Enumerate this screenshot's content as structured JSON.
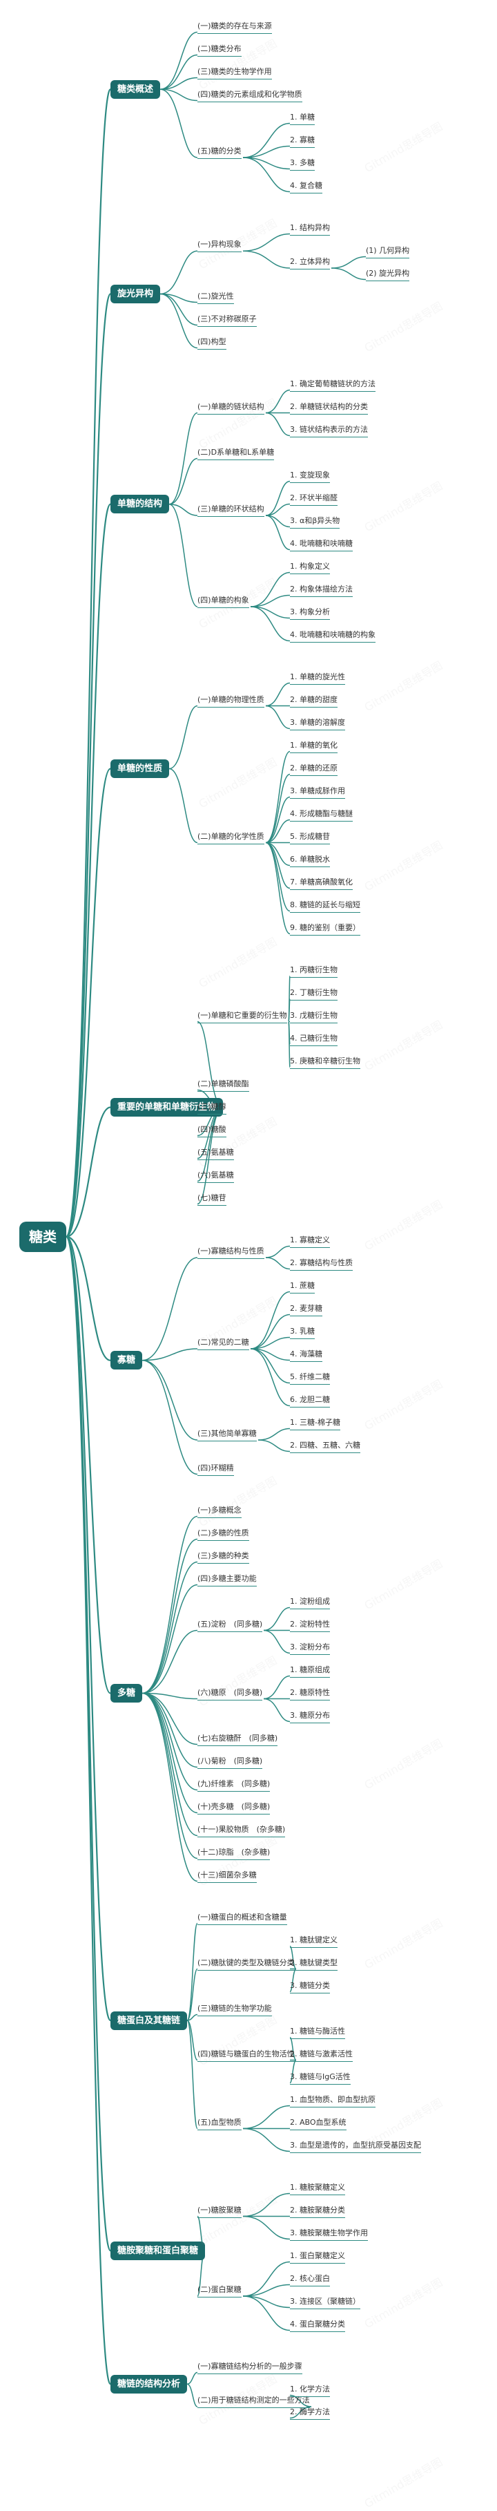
{
  "title": "糖类",
  "watermark": "Gitmind思维导图",
  "colors": {
    "node": "#1b6b6b",
    "line": "#2d8a82"
  },
  "sections": [
    {
      "label": "糖类概述",
      "children": [
        {
          "label": "(一)糖类的存在与来源"
        },
        {
          "label": "(二)糖类分布"
        },
        {
          "label": "(三)糖类的生物学作用"
        },
        {
          "label": "(四)糖类的元素组成和化学物质"
        },
        {
          "label": "(五)糖的分类",
          "children": [
            {
              "label": "1. 单糖"
            },
            {
              "label": "2. 寡糖"
            },
            {
              "label": "3. 多糖"
            },
            {
              "label": "4. 复合糖"
            }
          ]
        }
      ]
    },
    {
      "label": "旋光异构",
      "children": [
        {
          "label": "(一)异构现象",
          "children": [
            {
              "label": "1. 结构异构"
            },
            {
              "label": "2. 立体异构",
              "children": [
                {
                  "label": "(1) 几何异构"
                },
                {
                  "label": "(2) 旋光异构"
                }
              ]
            }
          ]
        },
        {
          "label": "(二)旋光性"
        },
        {
          "label": "(三)不对称碳原子"
        },
        {
          "label": "(四)构型"
        }
      ]
    },
    {
      "label": "单糖的结构",
      "children": [
        {
          "label": "(一)单糖的链状结构",
          "children": [
            {
              "label": "1. 确定葡萄糖链状的方法"
            },
            {
              "label": "2. 单糖链状结构的分类"
            },
            {
              "label": "3. 链状结构表示的方法"
            }
          ]
        },
        {
          "label": "(二)D系单糖和L系单糖"
        },
        {
          "label": "(三)单糖的环状结构",
          "children": [
            {
              "label": "1. 变旋现象"
            },
            {
              "label": "2. 环状半缩醛"
            },
            {
              "label": "3. α和β异头物"
            },
            {
              "label": "4. 吡喃糖和呋喃糖"
            }
          ]
        },
        {
          "label": "(四)单糖的构象",
          "children": [
            {
              "label": "1. 构象定义"
            },
            {
              "label": "2. 构象体描绘方法"
            },
            {
              "label": "3. 构象分析"
            },
            {
              "label": "4. 吡喃糖和呋喃糖的构象"
            }
          ]
        }
      ]
    },
    {
      "label": "单糖的性质",
      "children": [
        {
          "label": "(一)单糖的物理性质",
          "children": [
            {
              "label": "1. 单糖的旋光性"
            },
            {
              "label": "2. 单糖的甜度"
            },
            {
              "label": "3. 单糖的溶解度"
            }
          ]
        },
        {
          "label": "(二)单糖的化学性质",
          "children": [
            {
              "label": "1. 单糖的氧化"
            },
            {
              "label": "2. 单糖的还原"
            },
            {
              "label": "3. 单糖成脎作用"
            },
            {
              "label": "4. 形成糖酯与糖醚"
            },
            {
              "label": "5. 形成糖苷"
            },
            {
              "label": "6. 单糖脱水"
            },
            {
              "label": "7. 单糖高碘酸氧化"
            },
            {
              "label": "8. 糖链的延长与缩短"
            },
            {
              "label": "9. 糖的鉴别（重要）"
            }
          ]
        }
      ]
    },
    {
      "label": "重要的单糖和单糖衍生物",
      "children": [
        {
          "label": "(一)单糖和它重要的衍生物",
          "children": [
            {
              "label": "1. 丙糖衍生物"
            },
            {
              "label": "2. 丁糖衍生物"
            },
            {
              "label": "3. 戊糖衍生物"
            },
            {
              "label": "4. 己糖衍生物"
            },
            {
              "label": "5. 庚糖和辛糖衍生物"
            }
          ]
        },
        {
          "label": "(二)单糖磷酸酯"
        },
        {
          "label": "(三)糖醇"
        },
        {
          "label": "(四)糖酸"
        },
        {
          "label": "(五)氨基糖"
        },
        {
          "label": "(六)氨基糖"
        },
        {
          "label": "(七)糖苷"
        }
      ]
    },
    {
      "label": "寡糖",
      "children": [
        {
          "label": "(一)寡糖结构与性质",
          "children": [
            {
              "label": "1. 寡糖定义"
            },
            {
              "label": "2. 寡糖结构与性质"
            }
          ]
        },
        {
          "label": "(二)常见的二糖",
          "children": [
            {
              "label": "1. 蔗糖"
            },
            {
              "label": "2. 麦芽糖"
            },
            {
              "label": "3. 乳糖"
            },
            {
              "label": "4. 海藻糖"
            },
            {
              "label": "5. 纤维二糖"
            },
            {
              "label": "6. 龙胆二糖"
            }
          ]
        },
        {
          "label": "(三)其他简单寡糖",
          "children": [
            {
              "label": "1. 三糖-棉子糖"
            },
            {
              "label": "2. 四糖、五糖、六糖"
            }
          ]
        },
        {
          "label": "(四)环糊精"
        }
      ]
    },
    {
      "label": "多糖",
      "children": [
        {
          "label": "(一)多糖概念"
        },
        {
          "label": "(二)多糖的性质"
        },
        {
          "label": "(三)多糖的种类"
        },
        {
          "label": "(四)多糖主要功能"
        },
        {
          "label": "(五)淀粉　(同多糖)",
          "children": [
            {
              "label": "1. 淀粉组成"
            },
            {
              "label": "2. 淀粉特性"
            },
            {
              "label": "3. 淀粉分布"
            }
          ]
        },
        {
          "label": "(六)糖原　(同多糖)",
          "children": [
            {
              "label": "1. 糖原组成"
            },
            {
              "label": "2. 糖原特性"
            },
            {
              "label": "3. 糖原分布"
            }
          ]
        },
        {
          "label": "(七)右旋糖酐　(同多糖)"
        },
        {
          "label": "(八)菊粉　(同多糖)"
        },
        {
          "label": "(九)纤维素　(同多糖)"
        },
        {
          "label": "(十)壳多糖　(同多糖)"
        },
        {
          "label": "(十一)果胶物质　(杂多糖)"
        },
        {
          "label": "(十二)琼脂　(杂多糖)"
        },
        {
          "label": "(十三)细菌杂多糖"
        }
      ]
    },
    {
      "label": "糖蛋白及其糖链",
      "children": [
        {
          "label": "(一)糖蛋白的概述和含糖量"
        },
        {
          "label": "(二)糖肽键的类型及糖链分类",
          "children": [
            {
              "label": "1. 糖肽键定义"
            },
            {
              "label": "2. 糖肽键类型"
            },
            {
              "label": "3. 糖链分类"
            }
          ]
        },
        {
          "label": "(三)糖链的生物学功能"
        },
        {
          "label": "(四)糖链与糖蛋白的生物活性",
          "children": [
            {
              "label": "1. 糖链与酶活性"
            },
            {
              "label": "2. 糖链与激素活性"
            },
            {
              "label": "3. 糖链与IgG活性"
            }
          ]
        },
        {
          "label": "(五)血型物质",
          "children": [
            {
              "label": "1. 血型物质、即血型抗原"
            },
            {
              "label": "2. ABO血型系统"
            },
            {
              "label": "3. 血型是遗传的，血型抗原受基因支配"
            }
          ]
        }
      ]
    },
    {
      "label": "糖胺聚糖和蛋白聚糖",
      "children": [
        {
          "label": "(一)糖胺聚糖",
          "children": [
            {
              "label": "1. 糖胺聚糖定义"
            },
            {
              "label": "2. 糖胺聚糖分类"
            },
            {
              "label": "3. 糖胺聚糖生物学作用"
            }
          ]
        },
        {
          "label": "(二)蛋白聚糖",
          "children": [
            {
              "label": "1. 蛋白聚糖定义"
            },
            {
              "label": "2. 核心蛋白"
            },
            {
              "label": "3. 连接区（聚糖链）"
            },
            {
              "label": "4. 蛋白聚糖分类"
            }
          ]
        }
      ]
    },
    {
      "label": "糖链的结构分析",
      "children": [
        {
          "label": "(一)寡糖链结构分析的一般步骤"
        },
        {
          "label": "(二)用于糖链结构测定的一些方法",
          "children": [
            {
              "label": "1. 化学方法"
            },
            {
              "label": "2. 酶学方法"
            }
          ]
        }
      ]
    }
  ]
}
